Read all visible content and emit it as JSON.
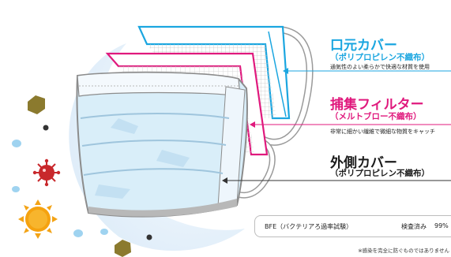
{
  "colors": {
    "accent_blue": "#1ba6e0",
    "accent_pink": "#e0197d",
    "dark": "#1a1a1a",
    "moon": "#e8f2fb",
    "mask": "#d9eef9",
    "virus": "#c8282c",
    "sun": "#f3a316",
    "hexagon": "#8b7a2e"
  },
  "layers": {
    "inner": {
      "title": "口元カバー",
      "subtitle": "（ポリプロピレン不織布）",
      "description": "通気性のよい柔らかで快適な材質を使用"
    },
    "filter": {
      "title": "捕集フィルター",
      "subtitle": "（メルトブロー不織布）",
      "description": "非常に細かい繊維で微細な物質をキャッチ"
    },
    "outer": {
      "title": "外側カバー",
      "subtitle": "（ポリプロピレン不織布）"
    }
  },
  "bfe": {
    "test_label": "BFE（バクテリアろ過率試験）",
    "status": "検査済み",
    "value": "99%"
  },
  "footnote": "※感染を完全に防ぐものではありません"
}
